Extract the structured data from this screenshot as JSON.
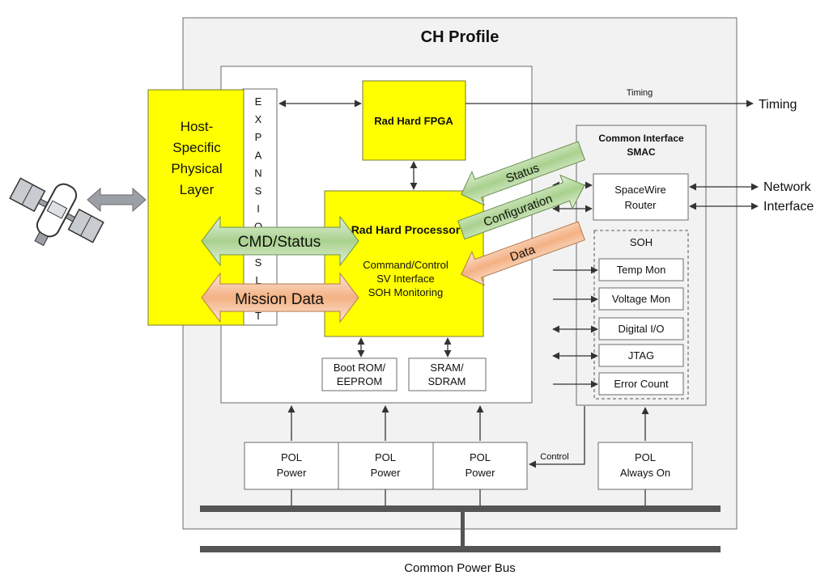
{
  "title": "CH Profile",
  "host_layer": [
    "Host-",
    "Specific",
    "Physical",
    "Layer"
  ],
  "expansion_letters": [
    "E",
    "X",
    "P",
    "A",
    "N",
    "S",
    "I",
    "O",
    "N",
    "S",
    "L",
    "O",
    "T"
  ],
  "fpga": "Rad Hard FPGA",
  "processor": {
    "title": "Rad Hard Processor",
    "lines": [
      "Command/Control",
      "SV Interface",
      "SOH Monitoring"
    ]
  },
  "memory": [
    {
      "line1": "Boot ROM/",
      "line2": "EEPROM"
    },
    {
      "line1": "SRAM/",
      "line2": "SDRAM"
    }
  ],
  "arrows": {
    "cmd_status": "CMD/Status",
    "mission_data": "Mission Data",
    "status": "Status",
    "configuration": "Configuration",
    "data": "Data"
  },
  "timing": {
    "line_label": "Timing",
    "output_label": "Timing"
  },
  "smac": {
    "title_line1": "Common Interface",
    "title_line2": "SMAC",
    "router_line1": "SpaceWire",
    "router_line2": "Router",
    "soh_title": "SOH",
    "soh_items": [
      "Temp Mon",
      "Voltage Mon",
      "Digital I/O",
      "JTAG",
      "Error Count"
    ]
  },
  "network": {
    "line1": "Network",
    "line2": "Interface"
  },
  "pol": [
    {
      "line1": "POL",
      "line2": "Power"
    },
    {
      "line1": "POL",
      "line2": "Power"
    },
    {
      "line1": "POL",
      "line2": "Power"
    },
    {
      "line1": "POL",
      "line2": "Always On"
    }
  ],
  "control_label": "Control",
  "power_bus": "Common Power Bus",
  "colors": {
    "yellow": "#ffff00",
    "green_arrow": "#a9d18e",
    "orange_arrow": "#f4b183",
    "bus": "#555555",
    "satellite": "#9aa0a6"
  }
}
